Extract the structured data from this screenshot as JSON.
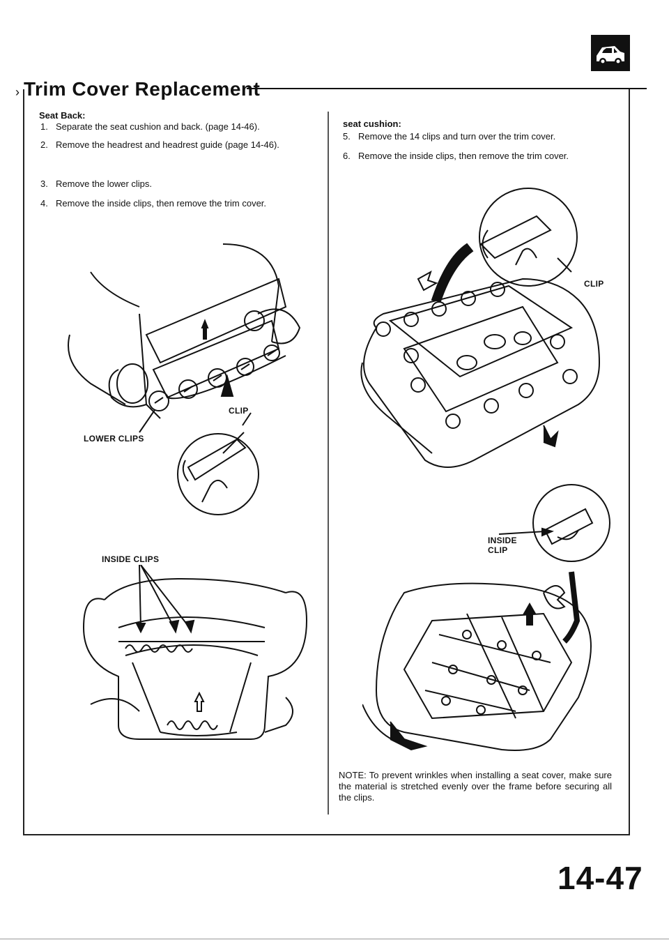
{
  "page": {
    "title": "Trim Cover Replacement",
    "page_number": "14-47"
  },
  "seat_back": {
    "heading": "Seat Back:",
    "steps": [
      {
        "num": "1.",
        "text": "Separate the seat cushion and back. (page 14-46)."
      },
      {
        "num": "2.",
        "text": "Remove the headrest and headrest guide (page 14-46)."
      },
      {
        "num": "3.",
        "text": "Remove the lower clips."
      },
      {
        "num": "4.",
        "text": "Remove the inside clips, then remove the trim cover."
      }
    ],
    "labels": {
      "clip": "CLIP",
      "lower_clips": "LOWER CLIPS",
      "inside_clips": "INSIDE CLIPS"
    }
  },
  "seat_cushion": {
    "heading": "seat cushion:",
    "steps": [
      {
        "num": "5.",
        "text": "Remove the 14 clips and turn over the trim cover."
      },
      {
        "num": "6.",
        "text": "Remove the inside clips, then remove the trim cover."
      }
    ],
    "labels": {
      "clip": "CLIP",
      "inside_clip_line1": "INSIDE",
      "inside_clip_line2": "CLIP"
    },
    "note": "NOTE: To prevent wrinkles when installing a seat cover, make sure the material is stretched evenly over the frame before securing all the clips."
  }
}
